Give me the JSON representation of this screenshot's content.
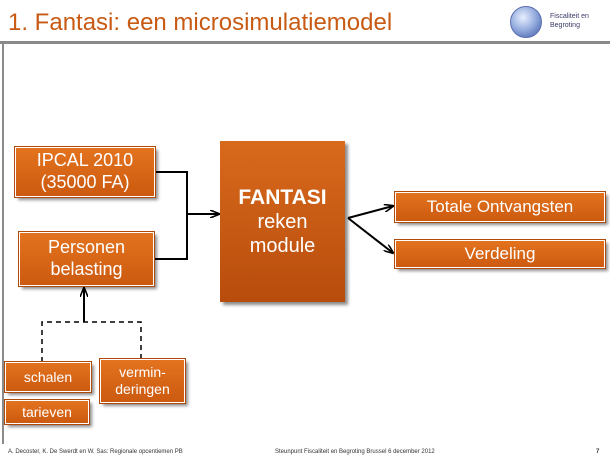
{
  "slide": {
    "title": "1. Fantasi: een microsimulatiemodel",
    "logo": {
      "icon": "globe-icon",
      "text": "Fiscaliteit en Begroting"
    }
  },
  "diagram": {
    "boxes": {
      "ipcal": "IPCAL 2010\n(35000 FA)",
      "personenbelasting": "Personen\nbelasting",
      "fantasi_title": "FANTASI",
      "fantasi_sub": "reken\nmodule",
      "totale": "Totale Ontvangsten",
      "verdeling": "Verdeling",
      "schalen": "schalen",
      "verminderingen": "vermin-\nderingen",
      "tarieven": "tarieven"
    },
    "colors": {
      "box": "#d9661a",
      "title": "#c85a14",
      "line": "#000000"
    }
  },
  "footer": {
    "authors": "A. Decoster, K. De Swerdt en W. Sas: Regionale opcentiemen PB",
    "event": "Steunpunt Fiscaliteit en Begroting Brussel 6 december 2012",
    "page_number": "7"
  }
}
